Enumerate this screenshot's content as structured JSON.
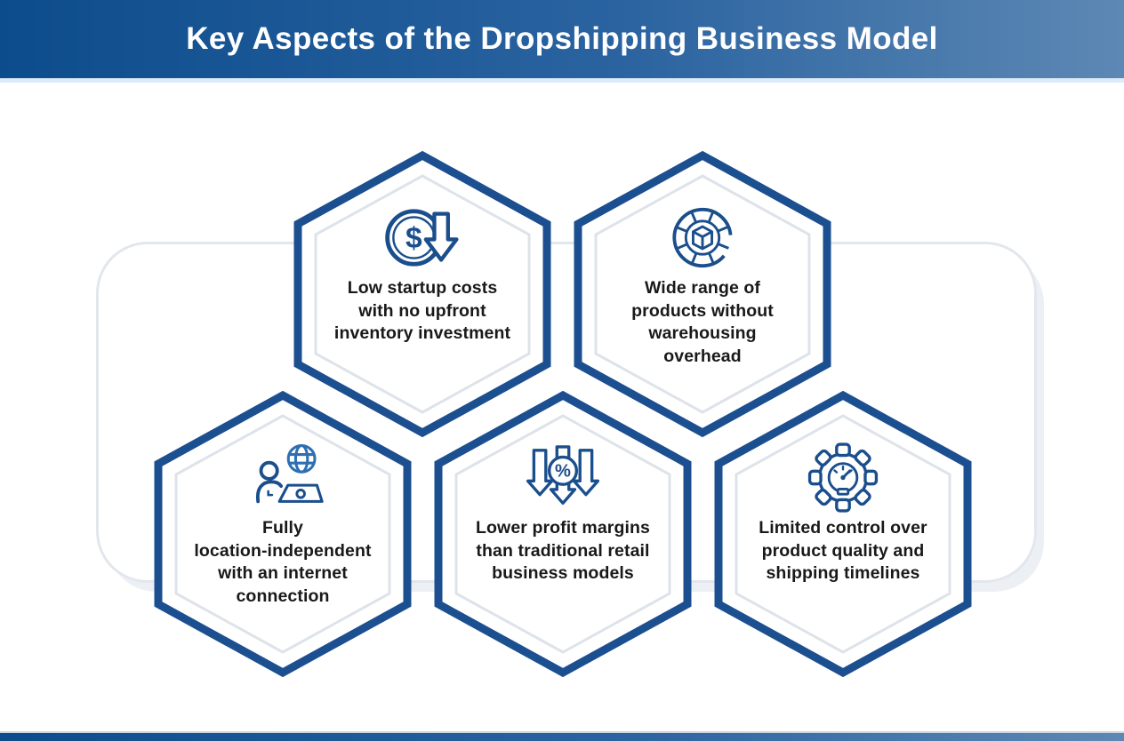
{
  "title": "Key Aspects of the Dropshipping Business Model",
  "theme": {
    "header_gradient_left": "#0d4c8c",
    "header_gradient_right": "#5d88b4",
    "hexagon_border": "#1b4f8f",
    "inner_hexagon_line": "#dee3ea",
    "icon_primary": "#1a4e8c",
    "icon_accent": "#2e6fb2",
    "body_text": "#191919",
    "frame_border": "#e2e7ed"
  },
  "hexagons": [
    {
      "id": "low-startup-costs",
      "icon": "dollar-decrease-icon",
      "lines": [
        "Low startup costs",
        "with no upfront",
        "inventory investment"
      ]
    },
    {
      "id": "wide-product-range",
      "icon": "product-wheel-icon",
      "lines": [
        "Wide range of",
        "products without",
        "warehousing",
        "overhead"
      ]
    },
    {
      "id": "location-independent",
      "icon": "remote-work-globe-icon",
      "lines": [
        "Fully",
        "location-independent",
        "with an internet",
        "connection"
      ]
    },
    {
      "id": "lower-profit-margins",
      "icon": "percent-down-arrows-icon",
      "lines": [
        "Lower profit margins",
        "than traditional retail",
        "business models"
      ]
    },
    {
      "id": "limited-control",
      "icon": "gear-gauge-icon",
      "lines": [
        "Limited control over",
        "product quality and",
        "shipping timelines"
      ]
    }
  ]
}
